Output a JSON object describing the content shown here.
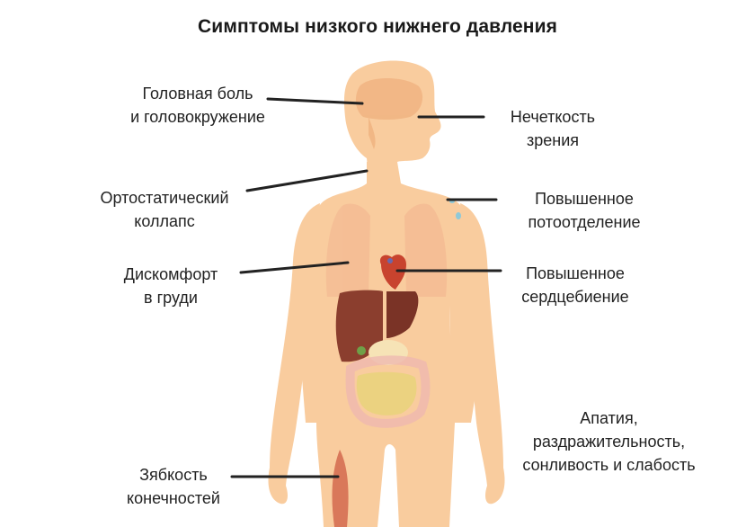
{
  "title": "Симптомы низкого нижнего давления",
  "colors": {
    "skin": "#F9CC9E",
    "skin_shade": "#F3BC88",
    "liver": "#8B3E2E",
    "heart": "#C8432E",
    "intestine": "#E9D27A",
    "colon": "#EDB7B0",
    "muscle": "#D9785A",
    "sweat": "#8FC9D8",
    "leader_line": "#222222",
    "text": "#222222"
  },
  "labels": [
    {
      "id": "headache",
      "lines": [
        "Головная боль",
        "и головокружение"
      ],
      "side": "left"
    },
    {
      "id": "vision",
      "lines": [
        "Нечеткость",
        "зрения"
      ],
      "side": "right"
    },
    {
      "id": "orthostatic",
      "lines": [
        "Ортостатический",
        "коллапс"
      ],
      "side": "left"
    },
    {
      "id": "sweating",
      "lines": [
        "Повышенное",
        "потоотделение"
      ],
      "side": "right"
    },
    {
      "id": "chest",
      "lines": [
        "Дискомфорт",
        "в груди"
      ],
      "side": "left"
    },
    {
      "id": "heartbeat",
      "lines": [
        "Повышенное",
        "сердцебиение"
      ],
      "side": "right"
    },
    {
      "id": "apathy",
      "lines": [
        "Апатия,",
        "раздражительность,",
        "сонливость и слабость"
      ],
      "side": "right"
    },
    {
      "id": "cold",
      "lines": [
        "Зябкость",
        "конечностей"
      ],
      "side": "left"
    }
  ]
}
